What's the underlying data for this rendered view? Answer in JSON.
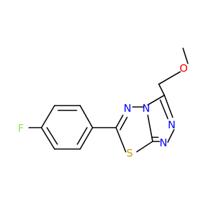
{
  "molecule": {
    "atoms": {
      "fluorine": "F",
      "sulfur": "S",
      "oxygen": "O",
      "n_thiadiazole": "N",
      "n_bridgehead": "N",
      "n_triazole_upper": "N",
      "n_triazole_lower": "N"
    },
    "colors": {
      "fluorine": "#90e050",
      "sulfur": "#c8a000",
      "oxygen": "#ff0000",
      "nitrogen": "#0000ff",
      "bond": "#000000"
    }
  }
}
